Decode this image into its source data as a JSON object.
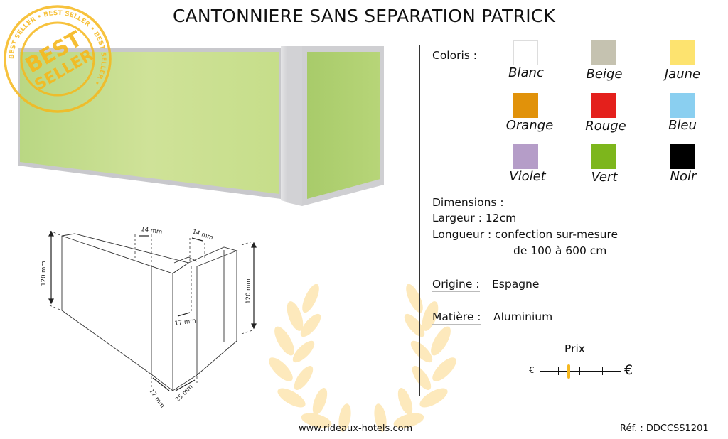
{
  "title": "CANTONNIERE SANS SEPARATION PATRICK",
  "badge": {
    "text_main_1": "BEST",
    "text_main_2": "SELLER",
    "ring_text": "BEST SELLER • BEST SELLER • BEST SELLER •",
    "color": "#f6b81c"
  },
  "diagram": {
    "labels": {
      "height_left": "120 mm",
      "height_right": "120 mm",
      "top_left": "14 mm",
      "top_right": "14 mm",
      "inner": "17 mm",
      "bottom_left": "17 mm",
      "bottom_right": "25 mm"
    }
  },
  "specs": {
    "coloris_label": "Coloris :",
    "colors": [
      {
        "name": "Blanc",
        "hex": "#ffffff"
      },
      {
        "name": "Beige",
        "hex": "#c5c2b0"
      },
      {
        "name": "Jaune",
        "hex": "#fde36f"
      },
      {
        "name": "Orange",
        "hex": "#e1920a"
      },
      {
        "name": "Rouge",
        "hex": "#e4201c"
      },
      {
        "name": "Bleu",
        "hex": "#8acff0"
      },
      {
        "name": "Violet",
        "hex": "#b59dc8"
      },
      {
        "name": "Vert",
        "hex": "#7db61c"
      },
      {
        "name": "Noir",
        "hex": "#000000"
      }
    ],
    "dimensions_label": "Dimensions :",
    "largeur": "Largeur : 12cm",
    "longueur": "Longueur : confection sur-mesure",
    "longueur_range": "de 100 à 600 cm",
    "origine_label": "Origine :",
    "origine_value": "Espagne",
    "matiere_label": "Matière :",
    "matiere_value": "Aluminium"
  },
  "price": {
    "title": "Prix",
    "low_symbol": "€",
    "high_symbol": "€",
    "marker_color": "#f5b820",
    "level": 2,
    "ticks": 3
  },
  "footer": {
    "website": "www.rideaux-hotels.com",
    "reference": "Réf. : DDCCSS1201"
  }
}
